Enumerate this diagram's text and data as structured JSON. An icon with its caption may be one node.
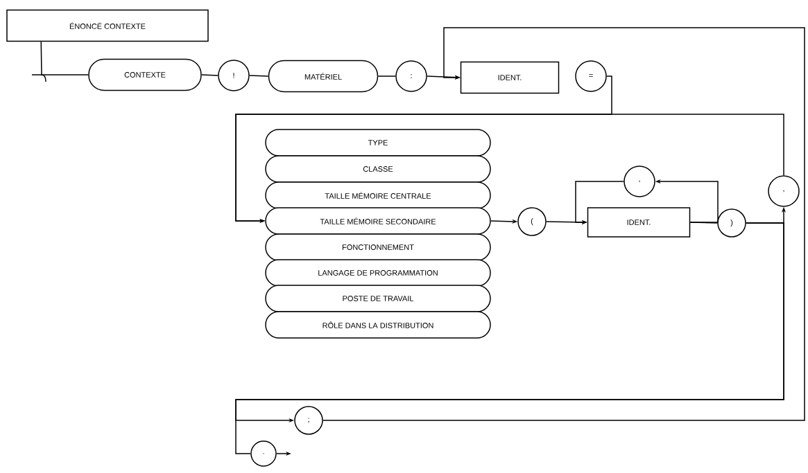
{
  "diagram": {
    "nodes": [
      {
        "text": [
          "ÉNONCÉ CONTEXTE"
        ]
      },
      {
        "text": [
          "CONTEXTE"
        ]
      },
      {
        "text": [
          "!"
        ]
      },
      {
        "text": [
          "MATÉRIEL"
        ]
      },
      {
        "text": [
          ":"
        ]
      },
      {
        "text": [
          "IDENT."
        ]
      },
      {
        "text": [
          "="
        ]
      },
      {
        "text": [
          "TYPE"
        ]
      },
      {
        "text": [
          "CLASSE"
        ]
      },
      {
        "text": [
          "TAILLE MÉMOIRE CENTRALE"
        ]
      },
      {
        "text": [
          "TAILLE MÉMOIRE SECONDAIRE"
        ]
      },
      {
        "text": [
          "FONCTIONNEMENT"
        ]
      },
      {
        "text": [
          "LANGAGE DE PROGRAMMATION"
        ]
      },
      {
        "text": [
          "POSTE DE TRAVAIL"
        ]
      },
      {
        "text": [
          "RÔLE DANS LA DISTRIBUTION"
        ]
      },
      {
        "text": [
          "("
        ]
      },
      {
        "text": [
          ","
        ]
      },
      {
        "text": [
          "IDENT."
        ]
      },
      {
        "text": [
          ")"
        ]
      },
      {
        "text": [
          ","
        ]
      },
      {
        "text": [
          ";"
        ]
      },
      {
        "text": [
          "."
        ]
      }
    ],
    "edges": [
      {
        "from": 0,
        "to": 1,
        "arrow": "none"
      },
      {
        "from": 1,
        "to": 2,
        "arrow": "none"
      },
      {
        "from": 2,
        "to": 3,
        "arrow": "none"
      },
      {
        "from": 3,
        "to": 4,
        "arrow": "none"
      },
      {
        "from": 4,
        "to": 5,
        "arrow": "to"
      },
      {
        "from": 6,
        "to": 10,
        "arrow": "to"
      },
      {
        "from": 10,
        "to": 15,
        "arrow": "to"
      },
      {
        "from": 15,
        "to": 17,
        "arrow": "to"
      },
      {
        "from": 17,
        "to": 18,
        "arrow": "none"
      },
      {
        "from": 17,
        "to": 16,
        "arrow": "to"
      },
      {
        "from": 16,
        "to": 17,
        "arrow": "to"
      },
      {
        "from": 18,
        "to": 19,
        "arrow": "to"
      },
      {
        "from": 19,
        "to": 10,
        "arrow": "to"
      },
      {
        "from": 18,
        "to": 20,
        "arrow": "to"
      },
      {
        "from": 18,
        "to": 21,
        "arrow": "none"
      },
      {
        "from": 20,
        "to": 5,
        "arrow": "to"
      },
      {
        "from": 21,
        "to": null,
        "arrow": "to"
      }
    ]
  }
}
